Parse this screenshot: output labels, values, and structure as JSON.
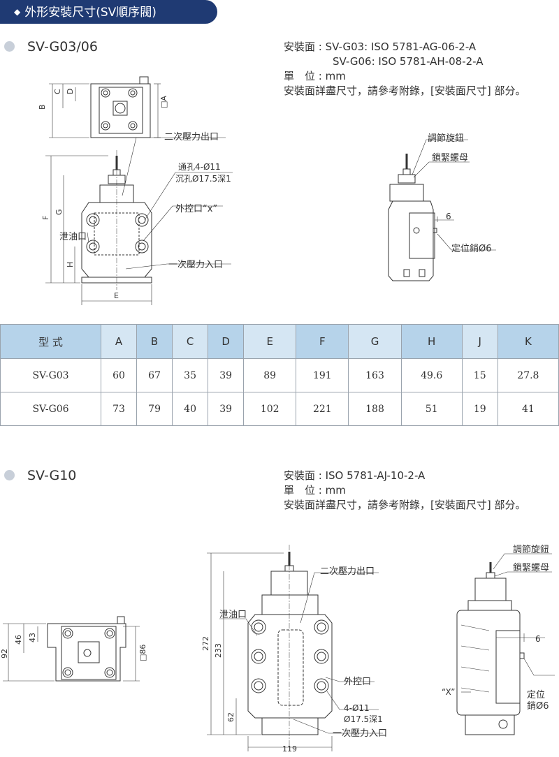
{
  "banner": {
    "title": "外形安裝尺寸(SV順序閥)"
  },
  "section1": {
    "title": "SV-G03/06",
    "info": [
      "安裝面 : SV-G03: ISO 5781-AG-06-2-A",
      "SV-G06: ISO 5781-AH-08-2-A",
      "單　位 : mm",
      "安裝面詳盡尺寸，請參考附錄，[安裝面尺寸] 部分。"
    ],
    "drawing": {
      "top_view": {
        "labels": [
          "B",
          "C",
          "D",
          "□A"
        ]
      },
      "front_view": {
        "labels": [
          "F",
          "G",
          "H",
          "E"
        ],
        "callouts": [
          "二次壓力出口",
          "通孔4-Ø11",
          "沉孔Ø17.5深1",
          "外控口“x”",
          "泄油口",
          "一次壓力入口"
        ]
      },
      "side_view": {
        "callouts": [
          "調節旋鈕",
          "鎖緊螺母",
          "6",
          "定位銷Ø6"
        ]
      }
    }
  },
  "table": {
    "headers": [
      "型 式",
      "A",
      "B",
      "C",
      "D",
      "E",
      "F",
      "G",
      "H",
      "J",
      "K"
    ],
    "rows": [
      [
        "SV-G03",
        "60",
        "67",
        "35",
        "39",
        "89",
        "191",
        "163",
        "49.6",
        "15",
        "27.8"
      ],
      [
        "SV-G06",
        "73",
        "79",
        "40",
        "39",
        "102",
        "221",
        "188",
        "51",
        "19",
        "41"
      ]
    ]
  },
  "section2": {
    "title": "SV-G10",
    "info": [
      "安裝面 : ISO 5781-AJ-10-2-A",
      "單　位 : mm",
      "安裝面詳盡尺寸，請參考附錄，[安裝面尺寸] 部分。"
    ],
    "drawing": {
      "top_view": {
        "labels": [
          "92",
          "46",
          "43",
          "□86"
        ]
      },
      "front_view": {
        "labels": [
          "272",
          "233",
          "62",
          "119"
        ],
        "callouts": [
          "二次壓力出口",
          "泄油口",
          "外控口",
          "4-Ø11",
          "Ø17.5深1",
          "一次壓力入口"
        ]
      },
      "side_view": {
        "callouts": [
          "調節旋鈕",
          "鎖緊螺母",
          "6",
          "“X”",
          "定位",
          "銷Ø6"
        ]
      }
    }
  }
}
